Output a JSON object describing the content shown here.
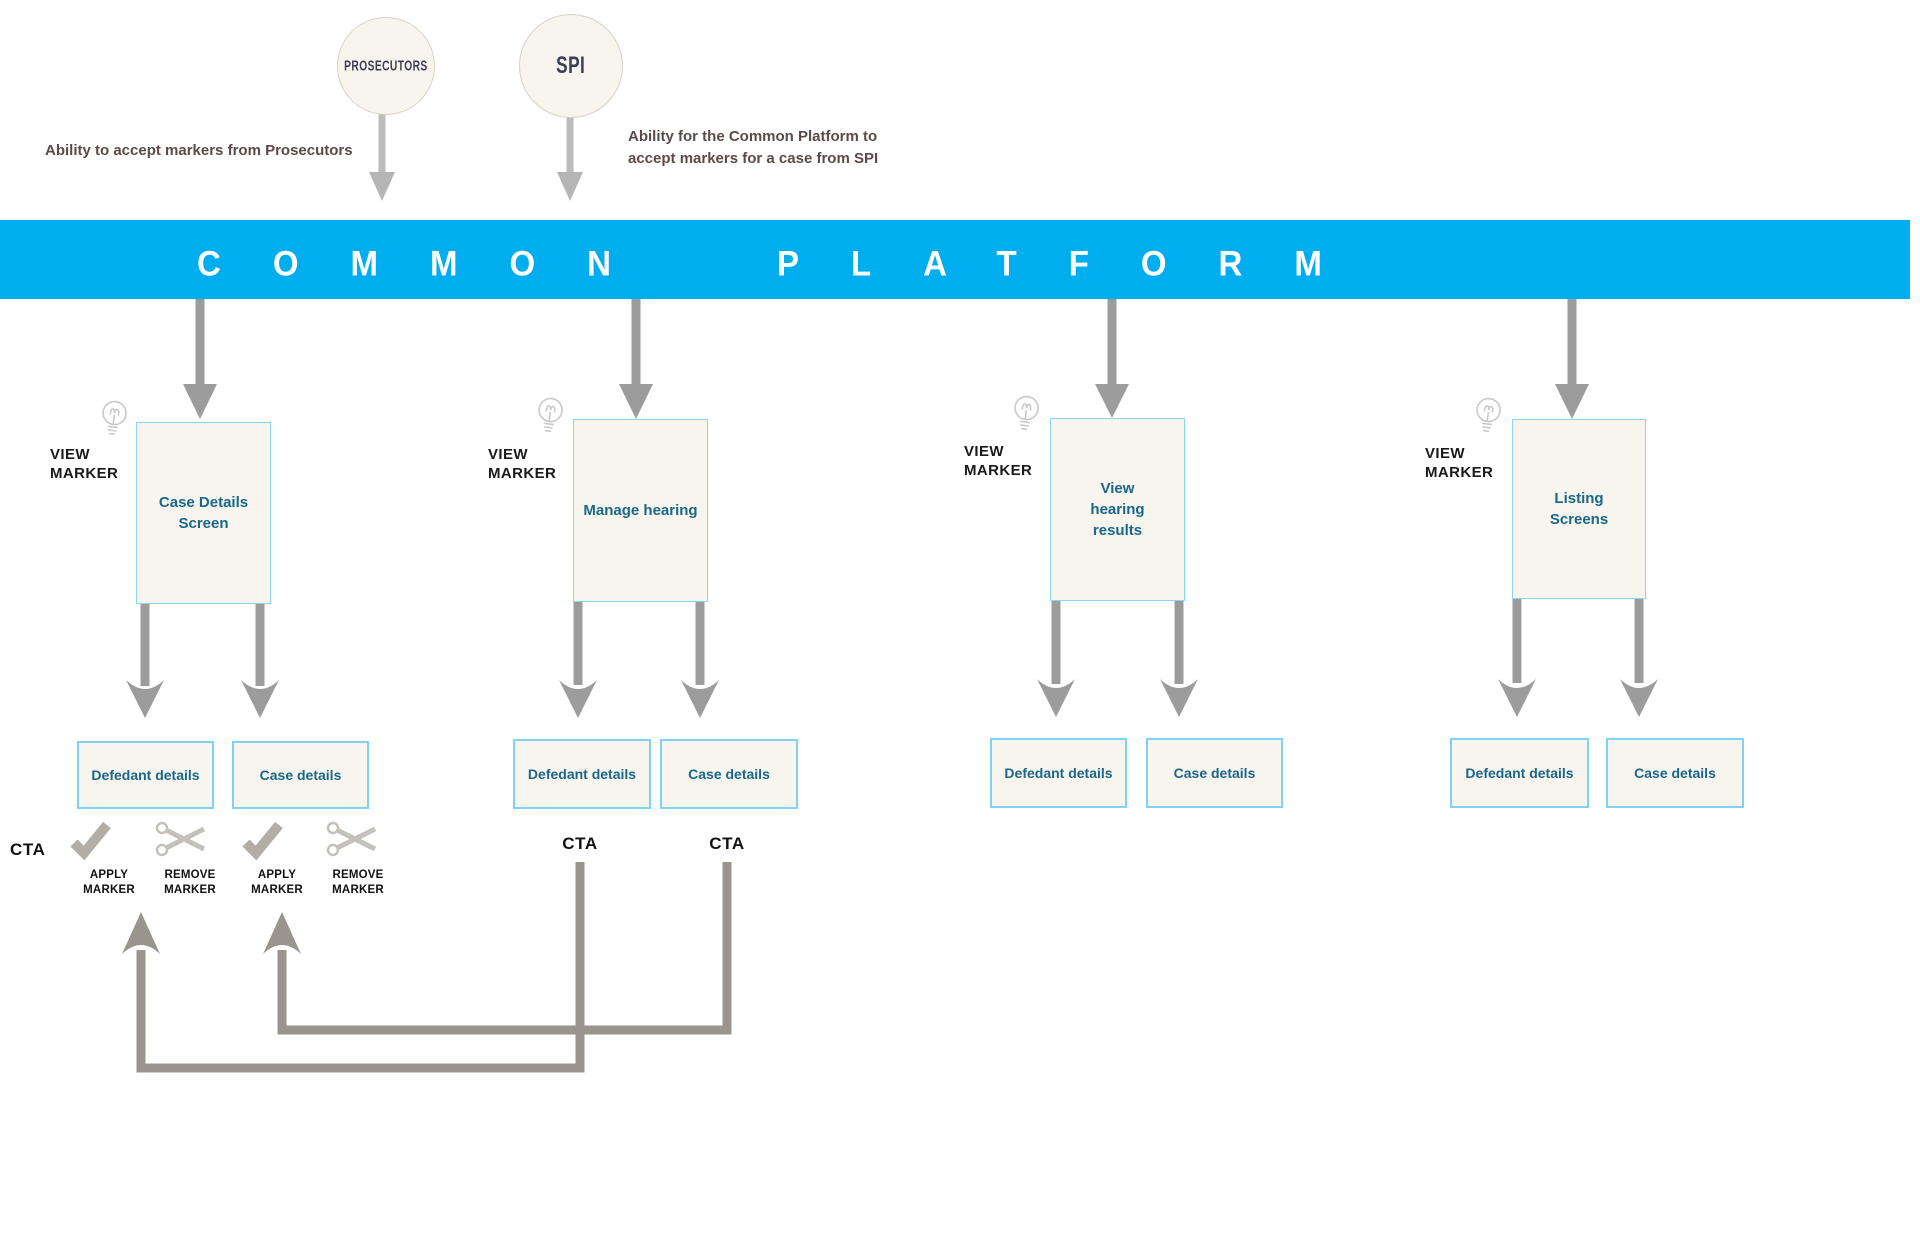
{
  "sources": {
    "prosecutors": {
      "label": "PROSECUTORS",
      "annotation": "Ability to accept markers from Prosecutors"
    },
    "spi": {
      "label": "SPI",
      "annotation": "Ability for the Common Platform to accept markers for a case from SPI"
    }
  },
  "platform": {
    "name": "COMMON PLATFORM",
    "word1": "COMMON",
    "word2": "PLATFORM",
    "color": "#00aeef"
  },
  "labels": {
    "view_marker": "VIEW MARKER",
    "cta": "CTA",
    "apply": "APPLY MARKER",
    "remove": "REMOVE MARKER"
  },
  "columns": [
    {
      "screen": "Case Details Screen",
      "defendant": "Defedant details",
      "case": "Case details"
    },
    {
      "screen": "Manage hearing",
      "defendant": "Defedant details",
      "case": "Case details"
    },
    {
      "screen": "View hearing results",
      "defendant": "Defedant details",
      "case": "Case details"
    },
    {
      "screen": "Listing Screens",
      "defendant": "Defedant details",
      "case": "Case details"
    }
  ],
  "icons": {
    "lightbulb": "view-marker idea bulb",
    "checkmark": "apply marker tick",
    "scissors": "remove marker cut"
  },
  "colors": {
    "platform_blue": "#00aeef",
    "box_fill": "#f8f4ee",
    "box_border": "#8ad5f2",
    "detail_border": "#7fd2f1",
    "screen_text": "#19688a",
    "arrow_gray": "#9c9c9c",
    "loop_gray": "#9a948f",
    "icon_gray": "#b2ada7",
    "annotation_text": "#5c4a4a",
    "circle_fill": "#f8f4ee",
    "circle_text": "#3a3e56"
  }
}
